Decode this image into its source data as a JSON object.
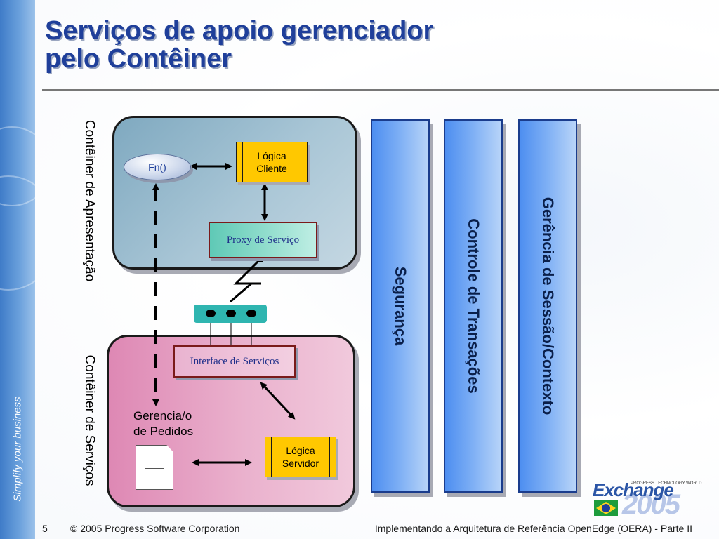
{
  "slide": {
    "title_line1": "Serviços de apoio gerenciador",
    "title_line2": "pelo Contêiner",
    "sidebar_tagline": "Simplify your business"
  },
  "diagram": {
    "presentation_container_label": "Contêiner de Apresentação",
    "services_container_label": "Contêiner de Serviços",
    "fn_label": "Fn()",
    "client_logic_label": "Lógica\nCliente",
    "service_proxy_label": "Proxy de Serviço",
    "service_interface_label": "Interface de Serviços",
    "order_manager_label": "Gerencia/o\nde Pedidos",
    "server_logic_label": "Lógica\nServidor",
    "columns": [
      "Segurança",
      "Controle de Transações",
      "Gerência de Sessão/Contexto"
    ]
  },
  "footer": {
    "page_number": "5",
    "copyright": "© 2005 Progress Software Corporation",
    "presentation_title": "Implementando a Arquitetura de Referência OpenEdge (OERA) - Parte II"
  },
  "logo": {
    "word": "Exchange",
    "year": "2005",
    "small_text": "PROGRESS TECHNOLOGY WORLD"
  },
  "colors": {
    "title": "#1f3f9a",
    "presentation_box": "#a9c6d6",
    "services_box": "#eab1cd",
    "column_blue": "#7fb0f5",
    "logic_yellow": "#ffc800",
    "proxy_teal": "#8edccb",
    "bus_teal": "#2fb5b0"
  }
}
